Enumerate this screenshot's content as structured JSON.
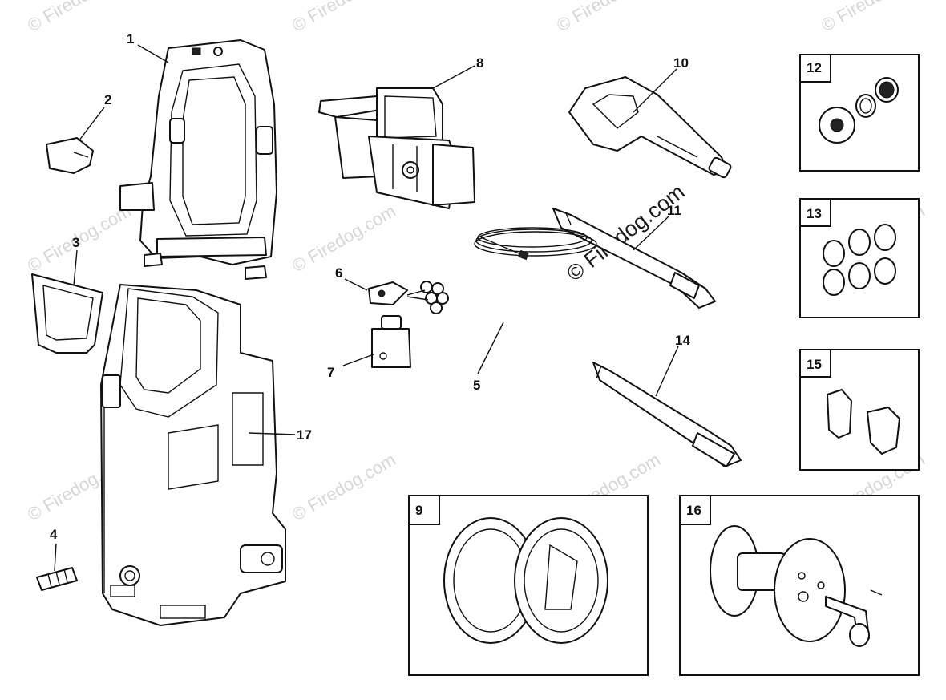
{
  "diagram": {
    "parts": [
      {
        "id": "1",
        "label": "1"
      },
      {
        "id": "2",
        "label": "2"
      },
      {
        "id": "3",
        "label": "3"
      },
      {
        "id": "4",
        "label": "4"
      },
      {
        "id": "5",
        "label": "5"
      },
      {
        "id": "6",
        "label": "6"
      },
      {
        "id": "7",
        "label": "7"
      },
      {
        "id": "8",
        "label": "8"
      },
      {
        "id": "9",
        "label": "9"
      },
      {
        "id": "10",
        "label": "10"
      },
      {
        "id": "11",
        "label": "11"
      },
      {
        "id": "12",
        "label": "12"
      },
      {
        "id": "13",
        "label": "13"
      },
      {
        "id": "14",
        "label": "14"
      },
      {
        "id": "15",
        "label": "15"
      },
      {
        "id": "16",
        "label": "16"
      },
      {
        "id": "17",
        "label": "17"
      }
    ],
    "watermark_text": "© Firedog.com",
    "watermark_center_text": "© Firedog.com"
  }
}
